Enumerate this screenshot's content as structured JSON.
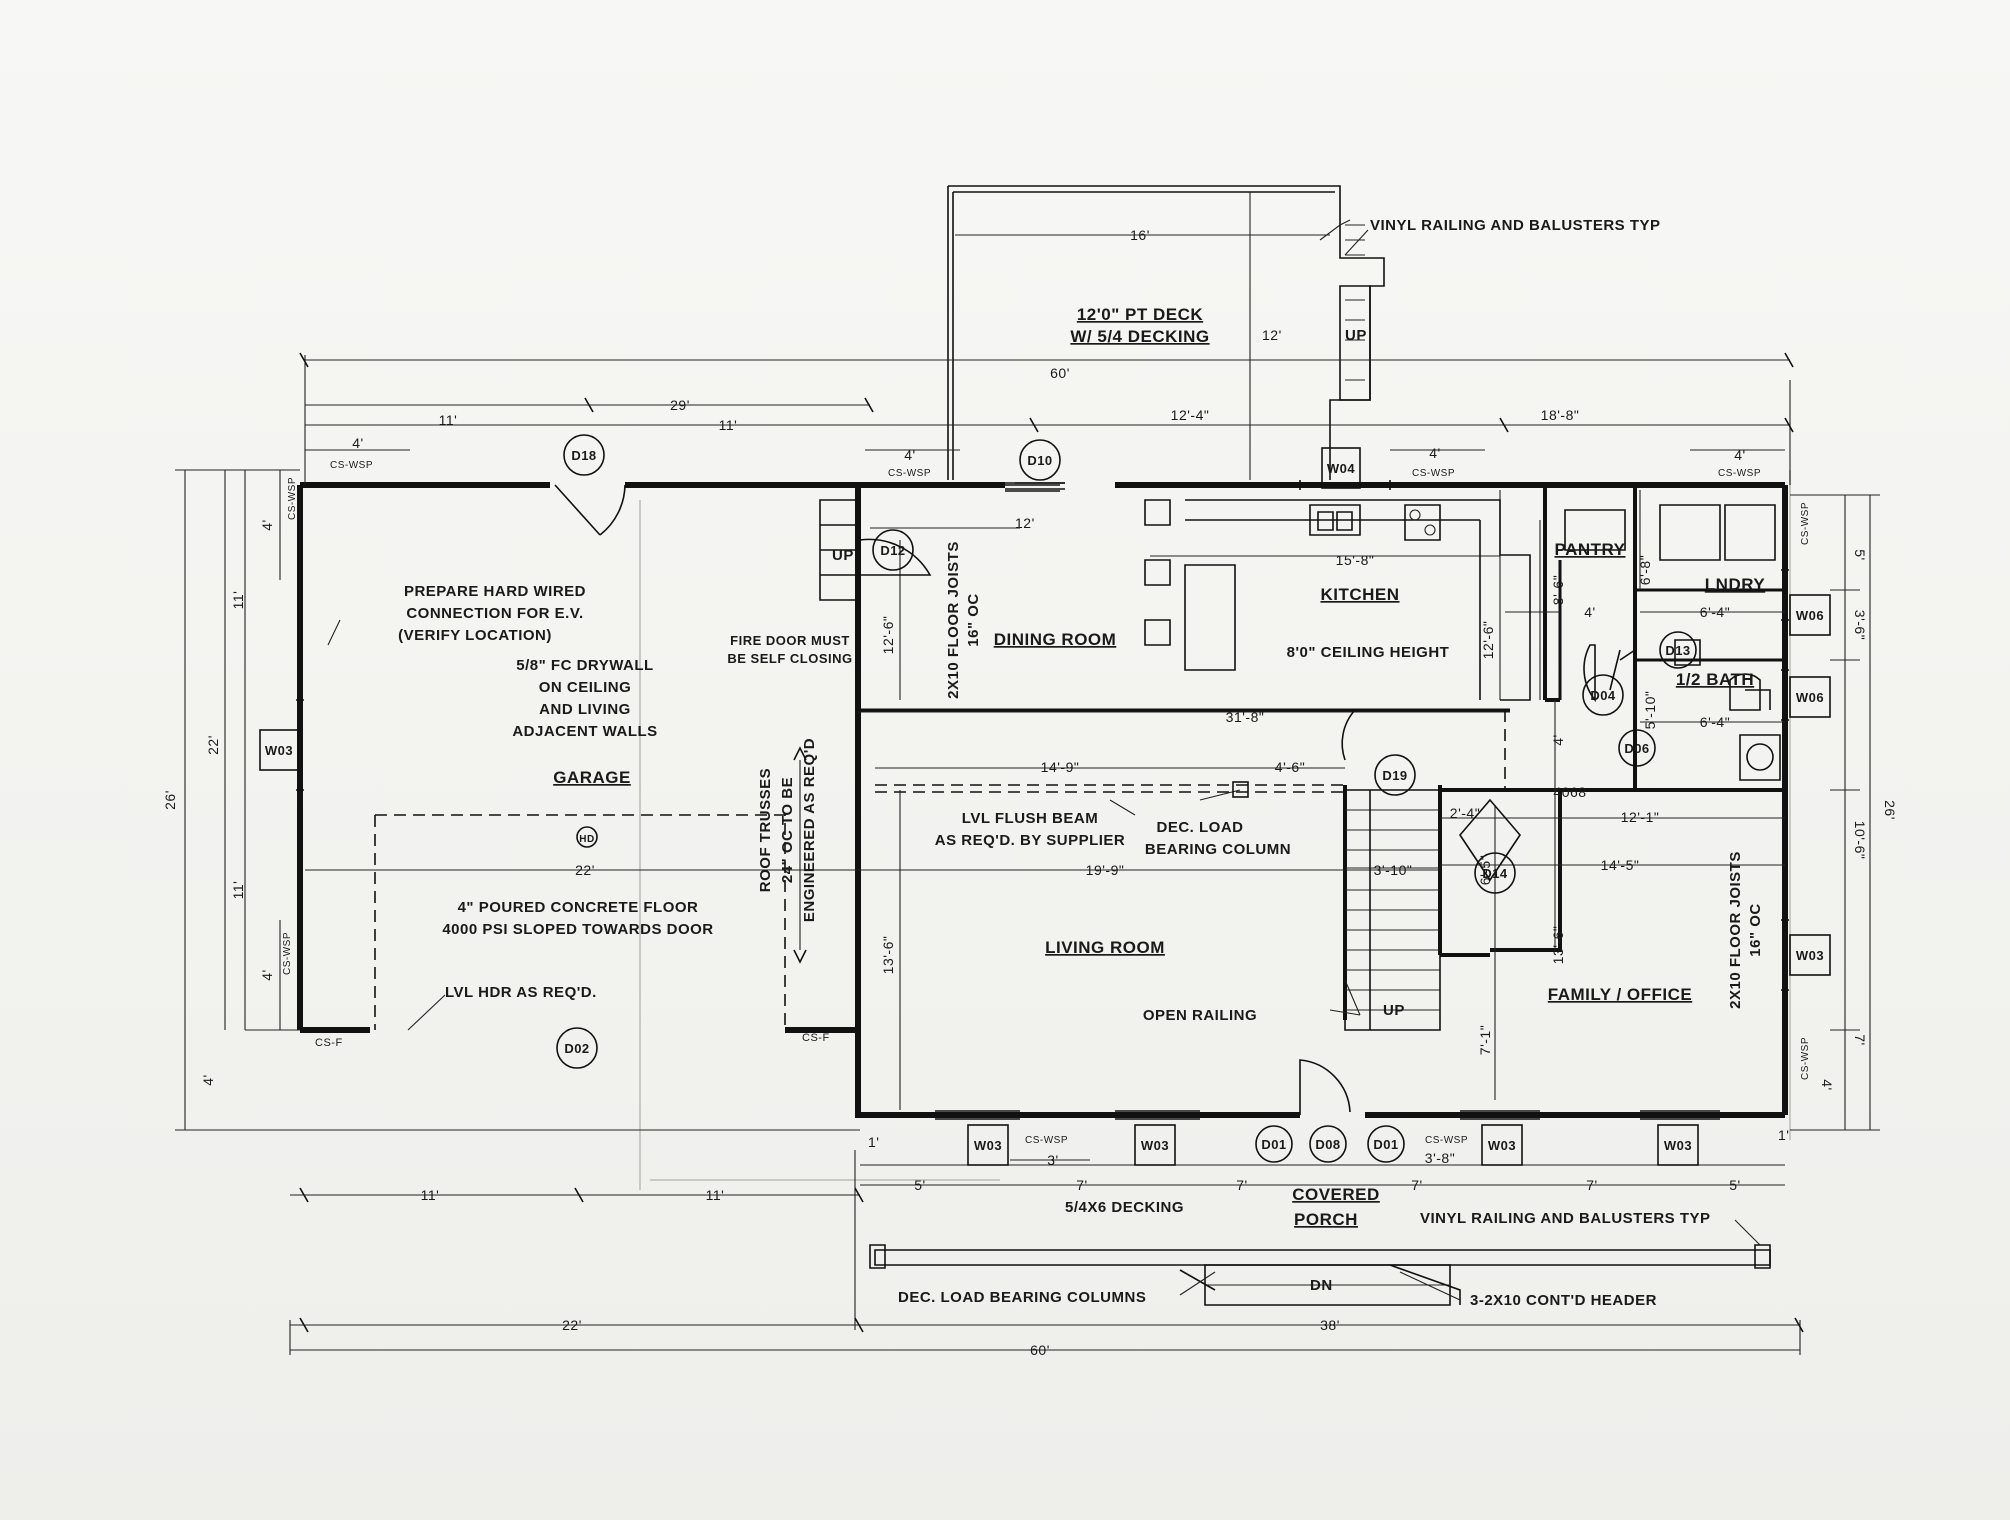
{
  "rooms": {
    "deck_line1": "12'0\" PT DECK",
    "deck_line2": "W/ 5/4 DECKING",
    "garage": "GARAGE",
    "dining": "DINING ROOM",
    "kitchen": "KITCHEN",
    "pantry": "PANTRY",
    "laundry": "LNDRY",
    "half_bath": "1/2 BATH",
    "living": "LIVING ROOM",
    "family": "FAMILY / OFFICE",
    "porch_line1": "COVERED",
    "porch_line2": "PORCH"
  },
  "notes": {
    "vinyl_top": "VINYL RAILING AND BALUSTERS TYP",
    "vinyl_bottom": "VINYL RAILING AND BALUSTERS TYP",
    "ev_line1": "PREPARE HARD WIRED",
    "ev_line2": "CONNECTION FOR E.V.",
    "ev_line3": "(VERIFY LOCATION)",
    "drywall_line1": "5/8\" FC DRYWALL",
    "drywall_line2": "ON CEILING",
    "drywall_line3": "AND LIVING",
    "drywall_line4": "ADJACENT WALLS",
    "fire_line1": "FIRE DOOR MUST",
    "fire_line2": "BE SELF CLOSING",
    "concrete_line1": "4\" POURED CONCRETE FLOOR",
    "concrete_line2": "4000 PSI SLOPED TOWARDS DOOR",
    "lvl_hdr": "LVL HDR AS REQ'D.",
    "trusses_line1": "ROOF TRUSSES",
    "trusses_line2": "24\" OC TO BE",
    "trusses_line3": "ENGINEERED AS REQ'D",
    "joists_left_line1": "2X10 FLOOR JOISTS",
    "joists_left_line2": "16\" OC",
    "joists_right_line1": "2X10 FLOOR JOISTS",
    "joists_right_line2": "16\" OC",
    "ceiling": "8'0\" CEILING HEIGHT",
    "lvl_beam_line1": "LVL FLUSH BEAM",
    "lvl_beam_line2": "AS REQ'D. BY SUPPLIER",
    "column_line1": "DEC. LOAD",
    "column_line2": "BEARING COLUMN",
    "open_railing": "OPEN RAILING",
    "decking": "5/4X6 DECKING",
    "porch_columns": "DEC. LOAD BEARING COLUMNS",
    "header": "3-2X10 CONT'D HEADER",
    "up_deck": "UP",
    "up_garage": "UP",
    "up_stair": "UP",
    "dn_porch": "DN"
  },
  "tags": {
    "d18": "D18",
    "d10": "D10",
    "d12": "D12",
    "d04": "D04",
    "d06": "D06",
    "d19": "D19",
    "d14": "D14",
    "d13": "D13",
    "d02": "D02",
    "d01a": "D01",
    "d08": "D08",
    "d01b": "D01",
    "w04": "W04",
    "w03_garage": "W03",
    "w06a": "W06",
    "w06b": "W06",
    "w03_family": "W03",
    "w03_f1": "W03",
    "w03_f2": "W03",
    "w03_f3": "W03",
    "w03_f4": "W03",
    "hd": "HD"
  },
  "dims": {
    "deck_16": "16'",
    "deck_12": "12'",
    "top_60": "60'",
    "top_29": "29'",
    "top_11a": "11'",
    "top_11b": "11'",
    "top_12_4": "12'-4\"",
    "top_18_8": "18'-8\"",
    "top_4a": "4'",
    "top_4b": "4'",
    "top_4c": "4'",
    "top_4d": "4'",
    "dining_12": "12'",
    "kitchen_15_8": "15'-8\"",
    "left_26": "26'",
    "left_22": "22'",
    "left_11a": "11'",
    "left_11b": "11'",
    "left_4a": "4'",
    "left_4b": "4'",
    "left_4c": "4'",
    "right_26": "26'",
    "right_5": "5'",
    "right_3_6": "3'-6\"",
    "right_10_6": "10'-6\"",
    "right_7": "7'",
    "right_4": "4'",
    "gar_22": "22'",
    "liv_19_9": "19'-9\"",
    "liv_14_9": "14'-9\"",
    "liv_4_6": "4'-6\"",
    "fam_14_5": "14'-5\"",
    "fam_12_1": "12'-1\"",
    "stair_3_10": "3'-10\"",
    "v_12_6a": "12'-6\"",
    "v_13_6a": "13'-6\"",
    "v_12_6b": "12'-6\"",
    "v_8_6": "8'-6\"",
    "v_4a": "4'",
    "v_13_6b": "13'-6\"",
    "v_6_5": "6'-5\"",
    "v_7_1": "7'-1\"",
    "h_31_8": "31'-8\"",
    "h_6_8": "6'-8\"",
    "h_6_4a": "6'-4\"",
    "h_6_4b": "6'-4\"",
    "h_4_pantry": "4'",
    "h_5_10": "5'-10\"",
    "h_2_4": "2'-4\"",
    "h_4_6_8": "4068",
    "bot_11a": "11'",
    "bot_11b": "11'",
    "bot_22": "22'",
    "bot_60": "60'",
    "bot_38": "38'",
    "bot_1a": "1'",
    "bot_1b": "1'",
    "bot_5a": "5'",
    "bot_7a": "7'",
    "bot_7b": "7'",
    "bot_7c": "7'",
    "bot_5b": "5'",
    "bot_3": "3'",
    "bot_3_8": "3'-8\""
  },
  "small_labels": {
    "cs_wsp": "CS-WSP",
    "csf": "CS-F"
  }
}
